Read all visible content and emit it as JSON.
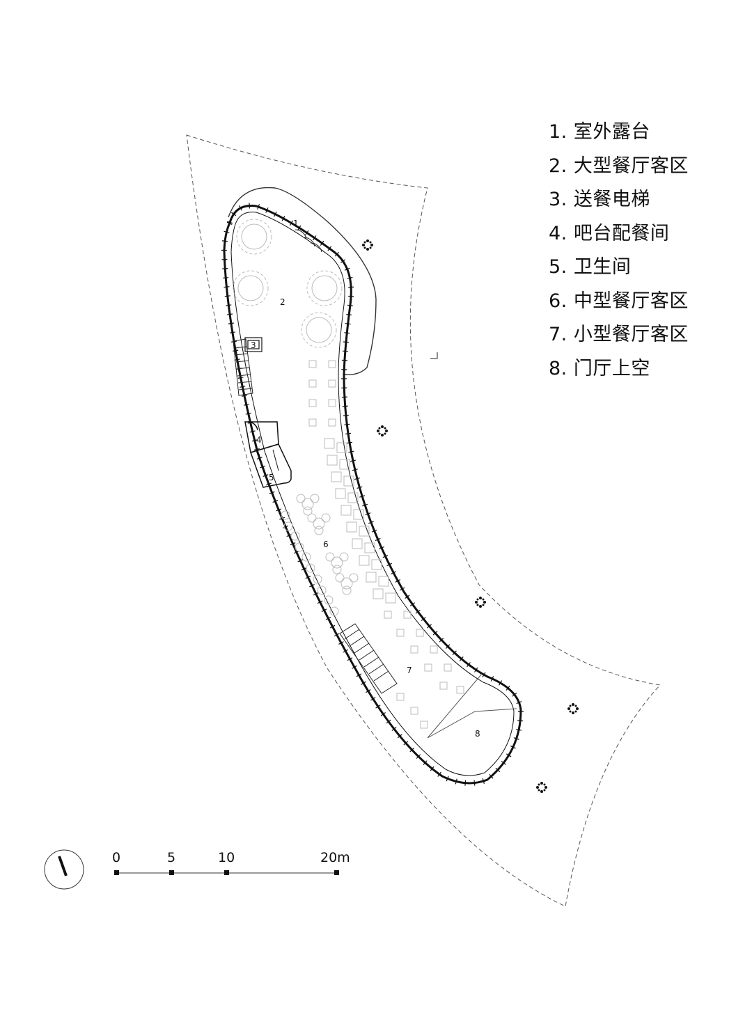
{
  "legend": [
    "1. 室外露台",
    "2. 大型餐厅客区",
    "3. 送餐电梯",
    "4. 吧台配餐间",
    "5. 卫生间",
    "6. 中型餐厅客区",
    "7. 小型餐厅客区",
    "8. 门厅上空"
  ],
  "rooms": [
    "1",
    "2",
    "3",
    "4",
    "5",
    "6",
    "7",
    "8"
  ],
  "scale_bar": {
    "ticks": [
      "0",
      "5",
      "10",
      "20m"
    ]
  }
}
